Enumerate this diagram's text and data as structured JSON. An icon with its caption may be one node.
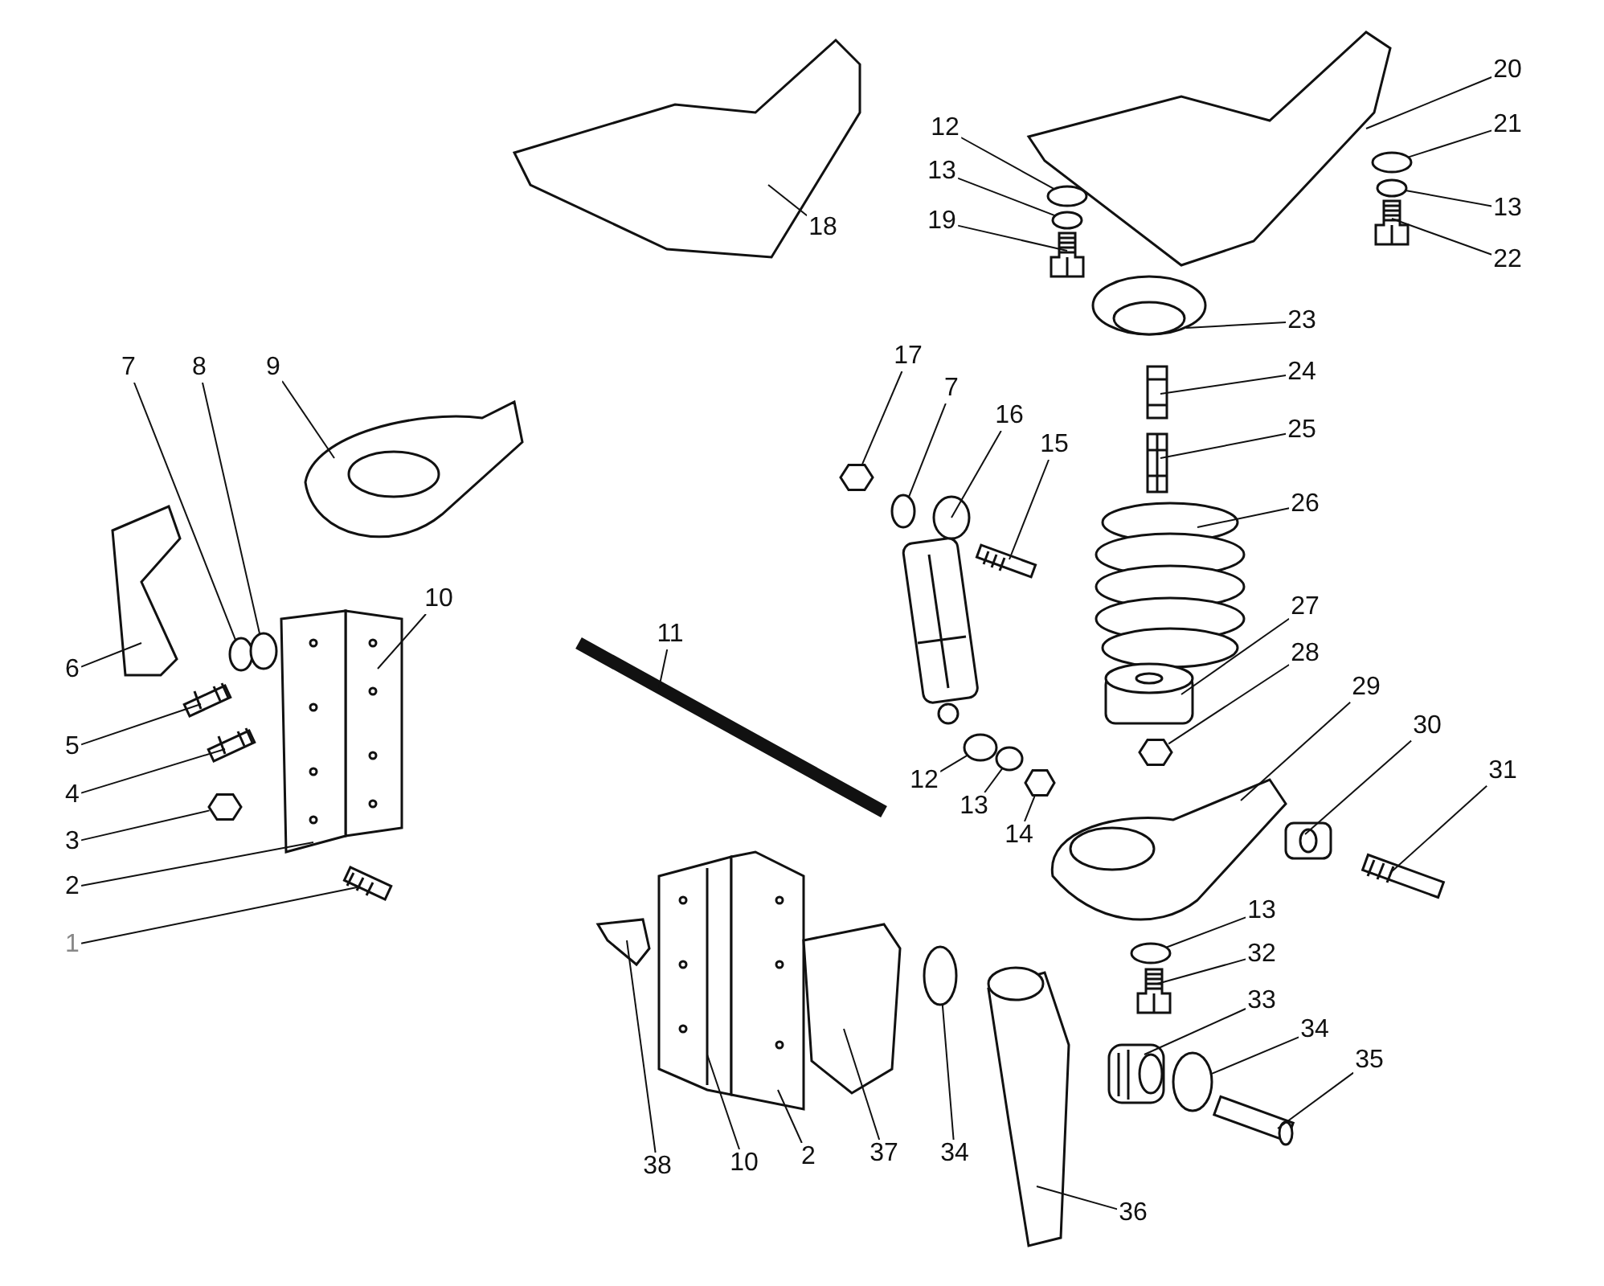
{
  "diagram": {
    "nodes": [
      {
        "text": [
          "18"
        ]
      },
      {
        "text": [
          "12"
        ]
      },
      {
        "text": [
          "13"
        ]
      },
      {
        "text": [
          "19"
        ]
      },
      {
        "text": [
          "20"
        ]
      },
      {
        "text": [
          "21"
        ]
      },
      {
        "text": [
          "13"
        ]
      },
      {
        "text": [
          "22"
        ]
      },
      {
        "text": [
          "23"
        ]
      },
      {
        "text": [
          "24"
        ]
      },
      {
        "text": [
          "25"
        ]
      },
      {
        "text": [
          "17"
        ]
      },
      {
        "text": [
          "7"
        ]
      },
      {
        "text": [
          "16"
        ]
      },
      {
        "text": [
          "15"
        ]
      },
      {
        "text": [
          "26"
        ]
      },
      {
        "text": [
          "7"
        ]
      },
      {
        "text": [
          "8"
        ]
      },
      {
        "text": [
          "9"
        ]
      },
      {
        "text": [
          "10"
        ]
      },
      {
        "text": [
          "6"
        ]
      },
      {
        "text": [
          "27"
        ]
      },
      {
        "text": [
          "28"
        ]
      },
      {
        "text": [
          "29"
        ]
      },
      {
        "text": [
          "11"
        ]
      },
      {
        "text": [
          "30"
        ]
      },
      {
        "text": [
          "31"
        ]
      },
      {
        "text": [
          "5"
        ]
      },
      {
        "text": [
          "4"
        ]
      },
      {
        "text": [
          "3"
        ]
      },
      {
        "text": [
          "12"
        ]
      },
      {
        "text": [
          "13"
        ]
      },
      {
        "text": [
          "14"
        ]
      },
      {
        "text": [
          "2"
        ]
      },
      {
        "text": [
          "1"
        ]
      },
      {
        "text": [
          "13"
        ]
      },
      {
        "text": [
          "32"
        ]
      },
      {
        "text": [
          "33"
        ]
      },
      {
        "text": [
          "34"
        ]
      },
      {
        "text": [
          "35"
        ]
      },
      {
        "text": [
          "38"
        ]
      },
      {
        "text": [
          "10"
        ]
      },
      {
        "text": [
          "2"
        ]
      },
      {
        "text": [
          "37"
        ]
      },
      {
        "text": [
          "34"
        ]
      },
      {
        "text": [
          "36"
        ]
      },
      {
        "text": [],
        "shape": "picture"
      },
      {
        "text": [],
        "shape": "circle"
      },
      {
        "text": [],
        "shape": "circle"
      },
      {
        "text": [],
        "shape": "picture"
      },
      {
        "text": [],
        "shape": "picture"
      },
      {
        "text": [],
        "shape": "circle"
      },
      {
        "text": [],
        "shape": "circle"
      },
      {
        "text": [],
        "shape": "picture"
      },
      {
        "text": [],
        "shape": "picture"
      },
      {
        "text": [],
        "shape": "picture"
      },
      {
        "text": [],
        "shape": "picture"
      },
      {
        "text": [],
        "shape": "hexagon"
      },
      {
        "text": [],
        "shape": "circle"
      },
      {
        "text": [],
        "shape": "picture"
      },
      {
        "text": [],
        "shape": "picture"
      },
      {
        "text": [],
        "shape": "picture"
      },
      {
        "text": [],
        "shape": "circle"
      },
      {
        "text": [],
        "shape": "circle"
      },
      {
        "text": [],
        "shape": "picture"
      },
      {
        "text": [],
        "shape": "picture"
      },
      {
        "text": [],
        "shape": "picture"
      },
      {
        "text": [],
        "shape": "picture"
      },
      {
        "text": [],
        "shape": "hexagon"
      },
      {
        "text": [],
        "shape": "picture"
      },
      {
        "text": [],
        "shape": "picture"
      },
      {
        "text": [],
        "shape": "picture"
      },
      {
        "text": [],
        "shape": "picture"
      },
      {
        "text": [],
        "shape": "picture"
      },
      {
        "text": [],
        "shape": "picture"
      },
      {
        "text": [],
        "shape": "hexagon"
      },
      {
        "text": [],
        "shape": "circle"
      },
      {
        "text": [],
        "shape": "circle"
      },
      {
        "text": [],
        "shape": "hexagon"
      },
      {
        "text": [],
        "shape": "picture"
      },
      {
        "text": [],
        "shape": "picture"
      },
      {
        "text": [],
        "shape": "circle"
      },
      {
        "text": [],
        "shape": "picture"
      },
      {
        "text": [],
        "shape": "picture"
      },
      {
        "text": [],
        "shape": "circle"
      },
      {
        "text": [],
        "shape": "picture"
      },
      {
        "text": [],
        "shape": "picture"
      },
      {
        "text": [],
        "shape": "picture"
      },
      {
        "text": [],
        "shape": "picture"
      },
      {
        "text": [],
        "shape": "picture"
      },
      {
        "text": [],
        "shape": "circle"
      },
      {
        "text": [],
        "shape": "picture"
      }
    ],
    "edges": [
      {
        "from": 0,
        "to": 46,
        "arrow": "none"
      },
      {
        "from": 1,
        "to": 47,
        "arrow": "none"
      },
      {
        "from": 2,
        "to": 48,
        "arrow": "none"
      },
      {
        "from": 3,
        "to": 49,
        "arrow": "none"
      },
      {
        "from": 4,
        "to": 50,
        "arrow": "none"
      },
      {
        "from": 5,
        "to": 51,
        "arrow": "none"
      },
      {
        "from": 6,
        "to": 52,
        "arrow": "none"
      },
      {
        "from": 7,
        "to": 53,
        "arrow": "none"
      },
      {
        "from": 8,
        "to": 54,
        "arrow": "none"
      },
      {
        "from": 9,
        "to": 55,
        "arrow": "none"
      },
      {
        "from": 10,
        "to": 56,
        "arrow": "none"
      },
      {
        "from": 11,
        "to": 57,
        "arrow": "none"
      },
      {
        "from": 12,
        "to": 58,
        "arrow": "none"
      },
      {
        "from": 13,
        "to": 59,
        "arrow": "none"
      },
      {
        "from": 14,
        "to": 60,
        "arrow": "none"
      },
      {
        "from": 15,
        "to": 61,
        "arrow": "none"
      },
      {
        "from": 16,
        "to": 62,
        "arrow": "none"
      },
      {
        "from": 17,
        "to": 63,
        "arrow": "none"
      },
      {
        "from": 18,
        "to": 64,
        "arrow": "none"
      },
      {
        "from": 19,
        "to": 65,
        "arrow": "none"
      },
      {
        "from": 20,
        "to": 66,
        "arrow": "none"
      },
      {
        "from": 21,
        "to": 67,
        "arrow": "none"
      },
      {
        "from": 22,
        "to": 68,
        "arrow": "none"
      },
      {
        "from": 23,
        "to": 69,
        "arrow": "none"
      },
      {
        "from": 24,
        "to": 70,
        "arrow": "none"
      },
      {
        "from": 25,
        "to": 71,
        "arrow": "none"
      },
      {
        "from": 26,
        "to": 72,
        "arrow": "none"
      },
      {
        "from": 27,
        "to": 73,
        "arrow": "none"
      },
      {
        "from": 28,
        "to": 74,
        "arrow": "none"
      },
      {
        "from": 29,
        "to": 75,
        "arrow": "none"
      },
      {
        "from": 30,
        "to": 76,
        "arrow": "none"
      },
      {
        "from": 31,
        "to": 77,
        "arrow": "none"
      },
      {
        "from": 32,
        "to": 78,
        "arrow": "none"
      },
      {
        "from": 33,
        "to": 79,
        "arrow": "none"
      },
      {
        "from": 34,
        "to": 80,
        "arrow": "none"
      },
      {
        "from": 35,
        "to": 81,
        "arrow": "none"
      },
      {
        "from": 36,
        "to": 82,
        "arrow": "none"
      },
      {
        "from": 37,
        "to": 83,
        "arrow": "none"
      },
      {
        "from": 38,
        "to": 84,
        "arrow": "none"
      },
      {
        "from": 39,
        "to": 85,
        "arrow": "none"
      },
      {
        "from": 40,
        "to": 86,
        "arrow": "none"
      },
      {
        "from": 41,
        "to": 87,
        "arrow": "none"
      },
      {
        "from": 42,
        "to": 88,
        "arrow": "none"
      },
      {
        "from": 43,
        "to": 89,
        "arrow": "none"
      },
      {
        "from": 44,
        "to": 90,
        "arrow": "none"
      },
      {
        "from": 45,
        "to": 91,
        "arrow": "none"
      }
    ]
  }
}
